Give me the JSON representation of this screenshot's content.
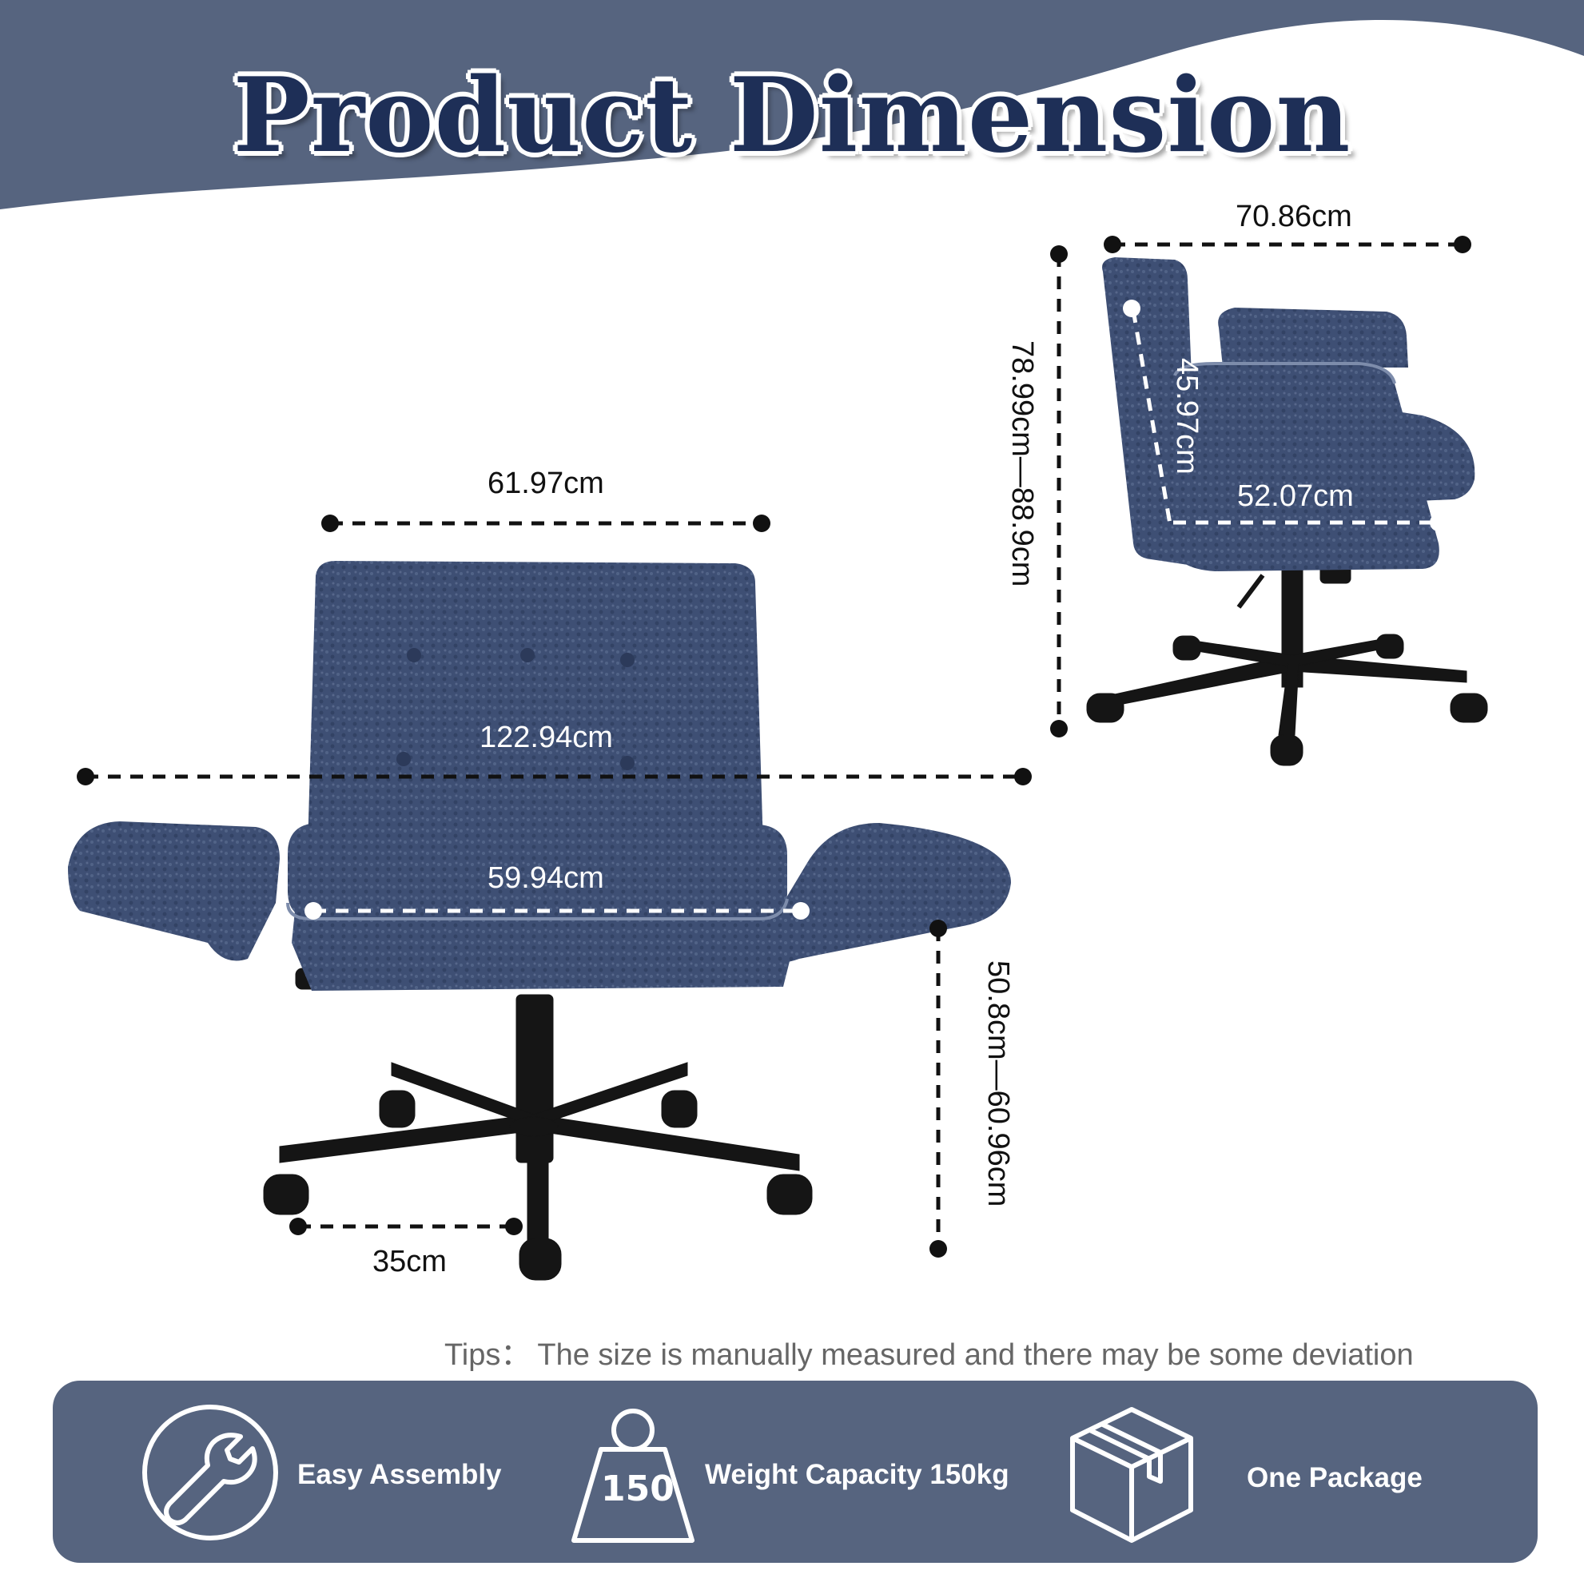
{
  "header": {
    "title": "Product Dimension"
  },
  "dimensions": {
    "side_depth": "70.86cm",
    "side_height": "78.99cm—88.9cm",
    "side_backrest": "45.97cm",
    "side_seat_depth": "52.07cm",
    "front_back_width": "61.97cm",
    "front_total_width": "122.94cm",
    "front_seat_width": "59.94cm",
    "front_seat_height": "50.8cm—60.96cm",
    "front_wheel_spacing": "35cm"
  },
  "tips": {
    "label": "Tips：",
    "text": "The size is manually measured and there may be some deviation"
  },
  "features": {
    "assembly": {
      "label": "Easy Assembly",
      "icon": "wrench-icon"
    },
    "weight": {
      "label": "Weight Capacity 150kg",
      "badge": "150",
      "icon": "weight-icon"
    },
    "package": {
      "label": "One  Package",
      "icon": "box-icon"
    }
  },
  "colors": {
    "banner": "#56647f",
    "title": "#1e2f57",
    "chair_fabric": "#3d4e72",
    "chair_base": "#151515"
  }
}
